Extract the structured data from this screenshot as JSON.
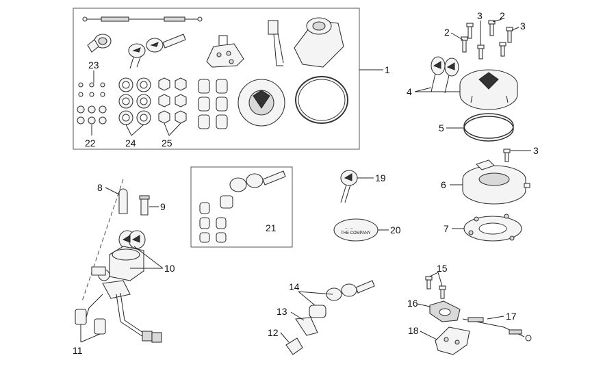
{
  "diagram": {
    "callouts": {
      "c1": "1",
      "c2a": "2",
      "c2b": "2",
      "c3a": "3",
      "c3b": "3",
      "c3c": "3",
      "c4": "4",
      "c5": "5",
      "c6": "6",
      "c7": "7",
      "c8": "8",
      "c9": "9",
      "c10": "10",
      "c11": "11",
      "c12": "12",
      "c13": "13",
      "c14": "14",
      "c15": "15",
      "c16": "16",
      "c17": "17",
      "c18": "18",
      "c19": "19",
      "c20": "20",
      "c21": "21",
      "c22": "22",
      "c23": "23",
      "c24": "24",
      "c25": "25"
    },
    "emblem_text": [
      "... ...",
      "THE COMPANY"
    ]
  }
}
